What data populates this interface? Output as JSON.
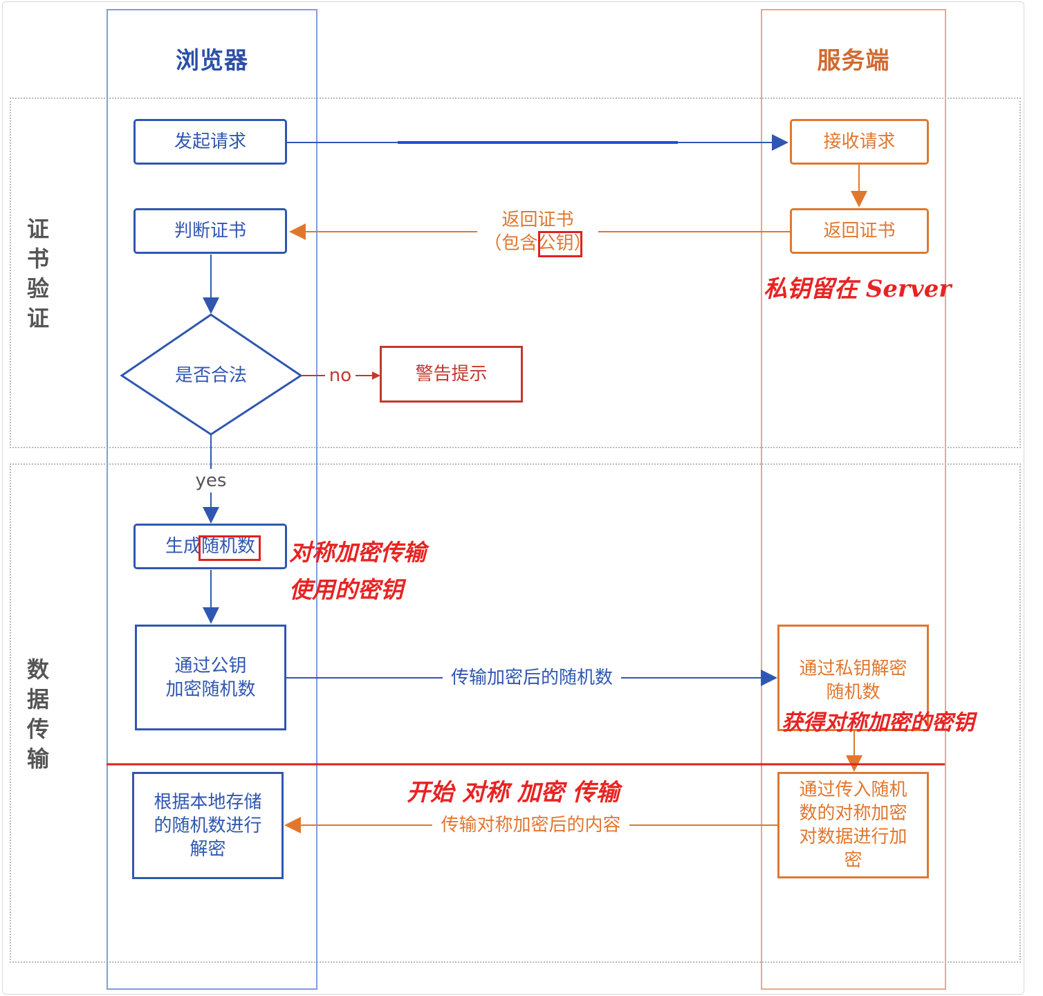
{
  "lanes": {
    "browser": "浏览器",
    "server": "服务端"
  },
  "phases": {
    "cert": [
      "证",
      "书",
      "验",
      "证"
    ],
    "data": [
      "数",
      "据",
      "传",
      "输"
    ]
  },
  "nodes": {
    "send_request": "发起请求",
    "judge_cert": "判断证书",
    "is_valid": "是否合法",
    "warning": "警告提示",
    "gen_random": "生成随机数",
    "encrypt_random": [
      "通过公钥",
      "加密随机数"
    ],
    "decrypt_local": [
      "根据本地存储",
      "的随机数进行",
      "解密"
    ],
    "recv_request": "接收请求",
    "return_cert": "返回证书",
    "decrypt_private": [
      "通过私钥解密",
      "随机数"
    ],
    "encrypt_data": [
      "通过传入随机",
      "数的对称加密",
      "对数据进行加",
      "密"
    ]
  },
  "edges": {
    "return_cert_line1": "返回证书",
    "return_cert_line2": "（包含公钥）",
    "no": "no",
    "yes": "yes",
    "send_encrypted_random": "传输加密后的随机数",
    "send_encrypted_content": "传输对称加密后的内容"
  },
  "annotations": {
    "private_key": "私钥留在 Server",
    "sym_key_line1": "对称加密传输",
    "sym_key_line2": "使用的密钥",
    "got_key": "获得对称加密的密钥",
    "start_sym": "开始 对称 加密 传输"
  },
  "colors": {
    "blue": "#2f57b0",
    "orange": "#e0772f",
    "red": "#c0392b",
    "annot": "#e82323"
  }
}
